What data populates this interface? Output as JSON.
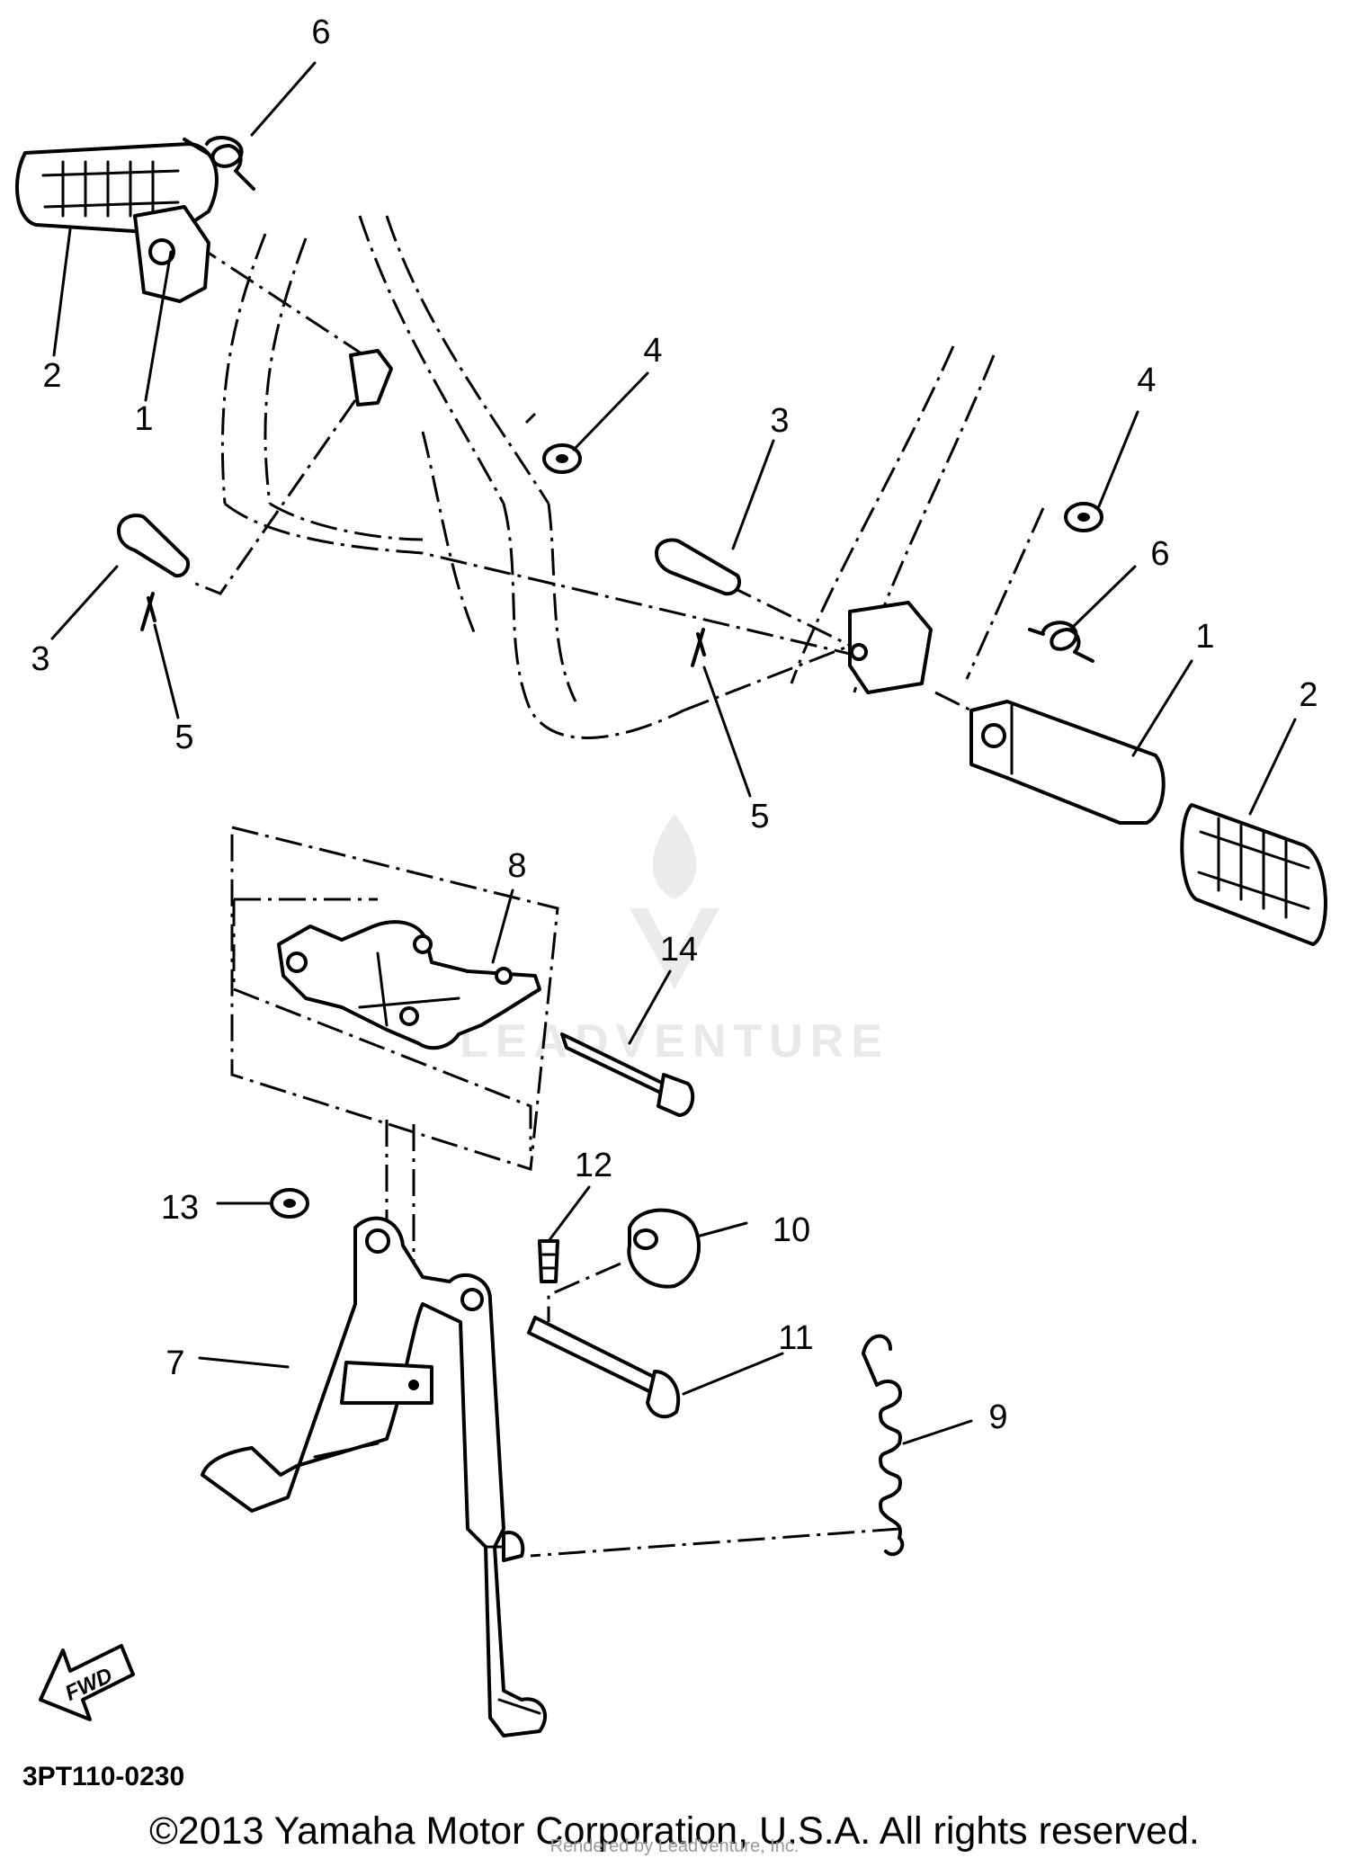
{
  "diagram": {
    "part_callouts": {
      "c1a": "1",
      "c1b": "1",
      "c2a": "2",
      "c2b": "2",
      "c3a": "3",
      "c3b": "3",
      "c4a": "4",
      "c4b": "4",
      "c5a": "5",
      "c5b": "5",
      "c6a": "6",
      "c6b": "6",
      "c7": "7",
      "c8": "8",
      "c9": "9",
      "c10": "10",
      "c11": "11",
      "c12": "12",
      "c13": "13",
      "c14": "14"
    },
    "fwd_label": "FWD",
    "diagram_code": "3PT110-0230",
    "watermark": "LEADVENTURE"
  },
  "footer": {
    "copyright": "©2013 Yamaha Motor Corporation, U.S.A. All rights reserved.",
    "rendered_by": "Rendered by LeadVenture, Inc."
  }
}
